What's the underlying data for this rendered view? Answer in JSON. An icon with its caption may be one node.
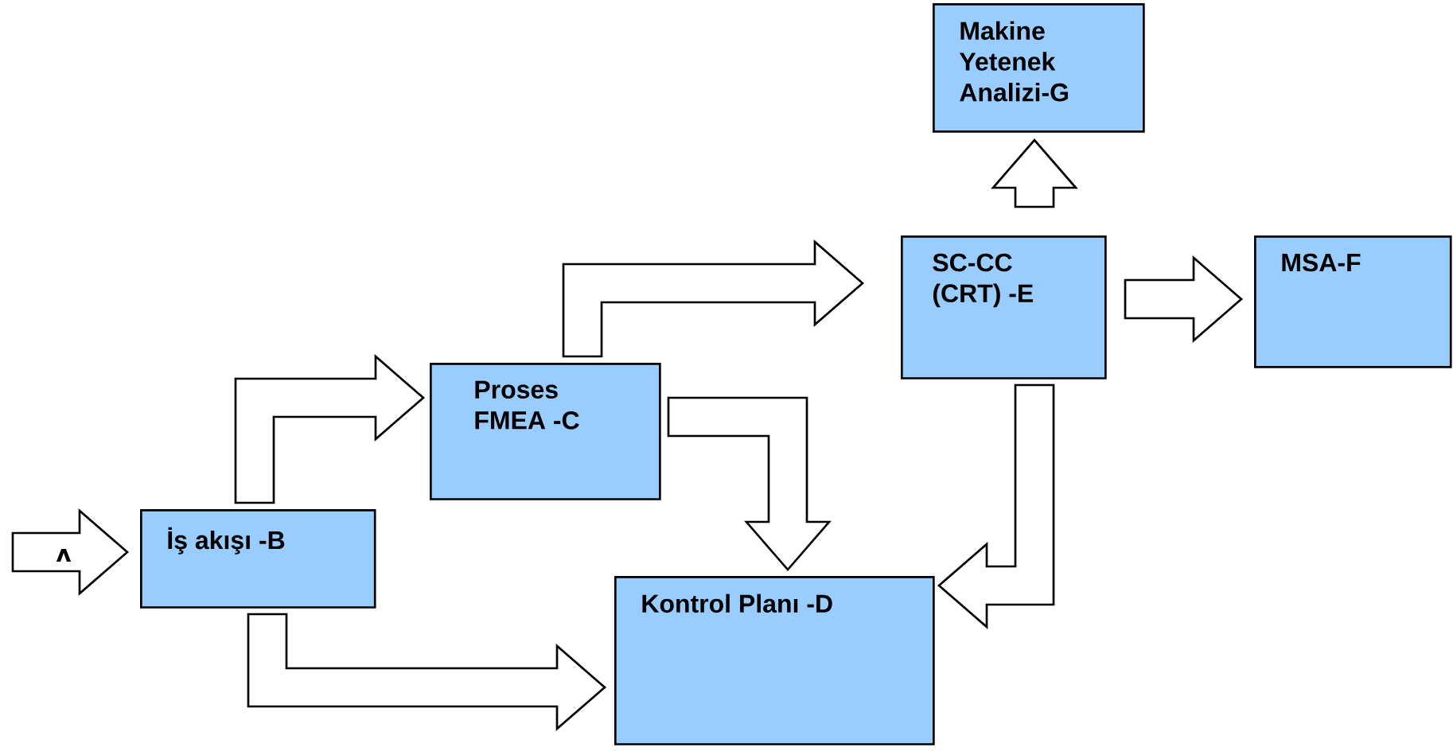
{
  "diagram": {
    "nodes": [
      {
        "text": [
          "İş akışı -B"
        ]
      },
      {
        "text": [
          "Proses FMEA -C"
        ]
      },
      {
        "text": [
          "Kontrol Planı -D"
        ]
      },
      {
        "text": [
          "SC-CC (CRT) -E"
        ]
      },
      {
        "text": [
          "MSA-F"
        ]
      },
      {
        "text": [
          "Makine Yetenek Analizi-G"
        ]
      }
    ],
    "edges": [
      {
        "from": null,
        "to": 0,
        "arrow": "to",
        "label": "ʌ"
      },
      {
        "from": 0,
        "to": 1,
        "arrow": "to"
      },
      {
        "from": 0,
        "to": 2,
        "arrow": "to"
      },
      {
        "from": 1,
        "to": 3,
        "arrow": "to"
      },
      {
        "from": 1,
        "to": 2,
        "arrow": "to"
      },
      {
        "from": 3,
        "to": 2,
        "arrow": "to"
      },
      {
        "from": 3,
        "to": 4,
        "arrow": "to"
      },
      {
        "from": 3,
        "to": 5,
        "arrow": "to"
      }
    ]
  }
}
